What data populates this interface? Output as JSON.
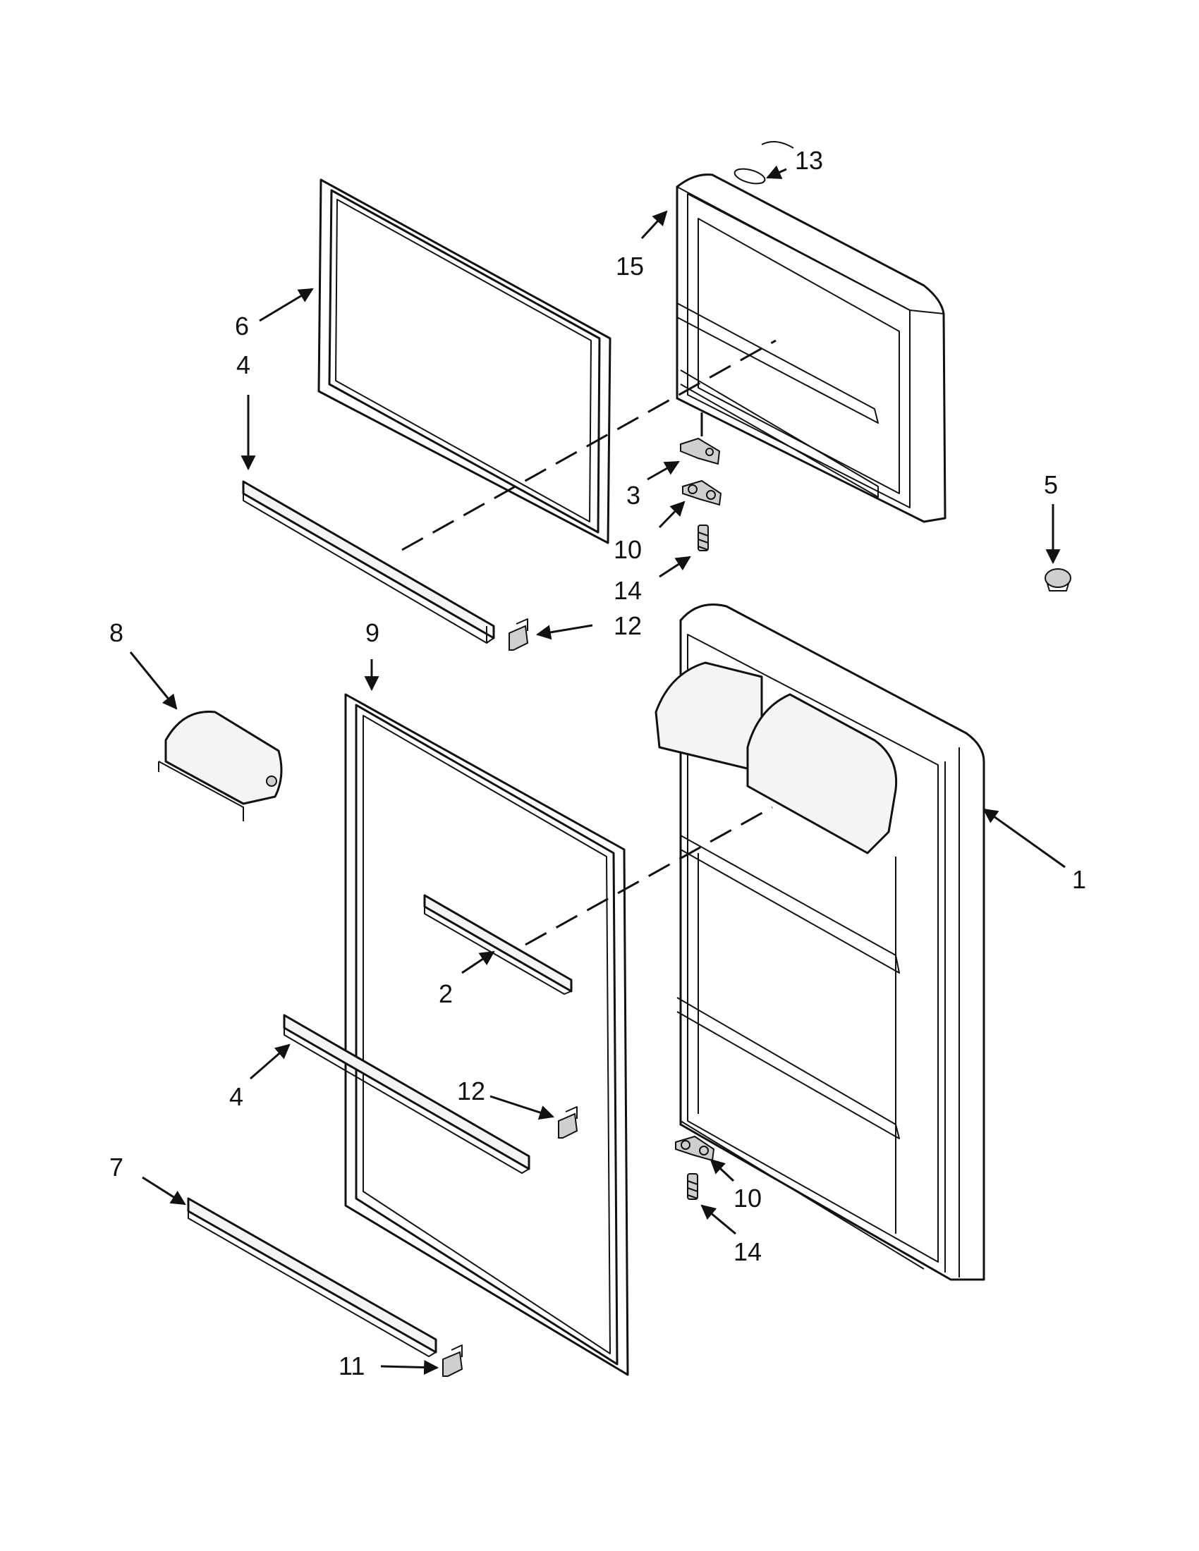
{
  "callouts": [
    {
      "id": "c1",
      "label": "1"
    },
    {
      "id": "c2",
      "label": "2"
    },
    {
      "id": "c3",
      "label": "3"
    },
    {
      "id": "c4a",
      "label": "4"
    },
    {
      "id": "c4b",
      "label": "4"
    },
    {
      "id": "c5",
      "label": "5"
    },
    {
      "id": "c6",
      "label": "6"
    },
    {
      "id": "c7",
      "label": "7"
    },
    {
      "id": "c8",
      "label": "8"
    },
    {
      "id": "c9",
      "label": "9"
    },
    {
      "id": "c10a",
      "label": "10"
    },
    {
      "id": "c10b",
      "label": "10"
    },
    {
      "id": "c11",
      "label": "11"
    },
    {
      "id": "c12a",
      "label": "12"
    },
    {
      "id": "c12b",
      "label": "12"
    },
    {
      "id": "c13",
      "label": "13"
    },
    {
      "id": "c14a",
      "label": "14"
    },
    {
      "id": "c14b",
      "label": "14"
    },
    {
      "id": "c15",
      "label": "15"
    }
  ]
}
